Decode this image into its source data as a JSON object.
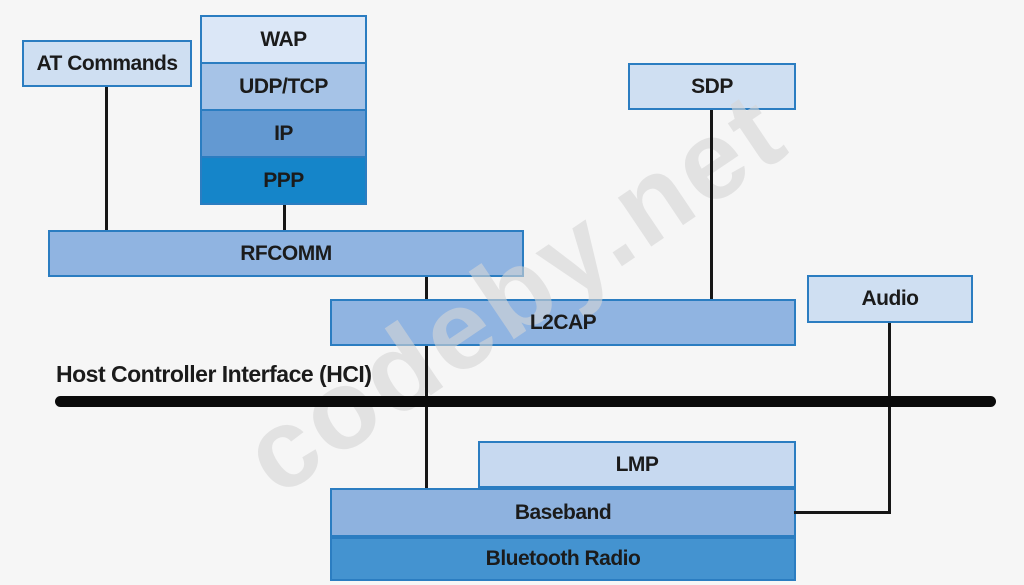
{
  "diagram": {
    "watermark": "codeby.net",
    "hci_label": "Host Controller Interface (HCI)",
    "boxes": {
      "at_commands": "AT Commands",
      "wap": "WAP",
      "udp_tcp": "UDP/TCP",
      "ip": "IP",
      "ppp": "PPP",
      "sdp": "SDP",
      "rfcomm": "RFCOMM",
      "l2cap": "L2CAP",
      "audio": "Audio",
      "lmp": "LMP",
      "baseband": "Baseband",
      "bluetooth_radio": "Bluetooth Radio"
    },
    "colors": {
      "background": "#f6f6f6",
      "box_border": "#2b7dc1",
      "box_light_blue": "#cfdff2",
      "box_wap": "#dbe7f7",
      "box_udp_tcp": "#a6c3e7",
      "box_ip": "#6399d2",
      "box_ppp": "#1585c9",
      "box_rfcomm_l2cap": "#90b4e1",
      "box_lmp": "#c7d9f0",
      "box_baseband": "#8eb2df",
      "box_bluetooth_radio": "#4493d0",
      "connector_line": "#161616",
      "hci_bar": "#0b0b0b",
      "label_text": "#1b1b1b",
      "watermark_gray": "#e3e3e3"
    }
  }
}
